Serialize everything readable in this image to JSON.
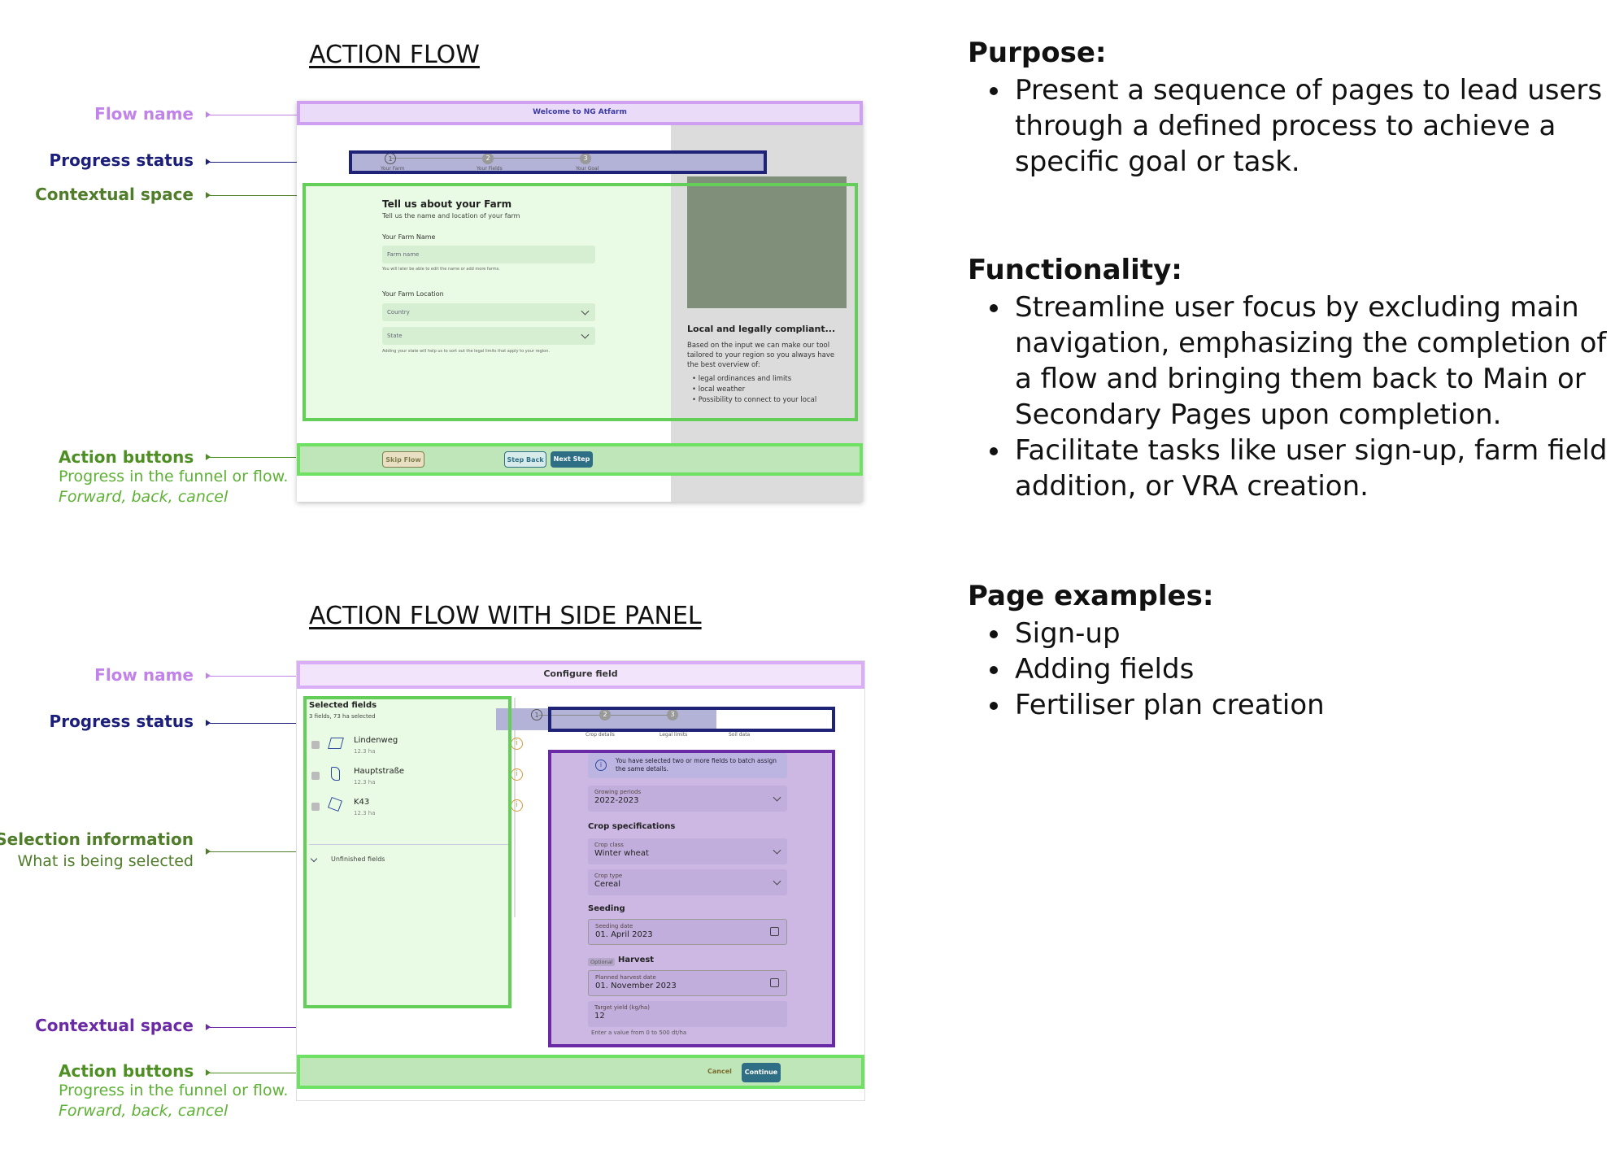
{
  "top": {
    "title": "ACTION FLOW",
    "annotations": {
      "flow_name": "Flow name",
      "progress_status": "Progress status",
      "contextual_space": "Contextual space",
      "action_buttons": "Action buttons",
      "action_sub": "Progress in the funnel or flow.",
      "action_sub2": "Forward, back, cancel"
    },
    "mock": {
      "flow_title": "Welcome to NG Atfarm",
      "steps": [
        "Your Farm",
        "Your Fields",
        "Your Goal"
      ],
      "heading": "Tell us about your Farm",
      "subheading": "Tell us the name and location of your farm",
      "farm_name_label": "Your Farm Name",
      "farm_name_placeholder": "Farm name",
      "farm_name_hint": "You will later be able to edit the name or add more farms.",
      "location_label": "Your Farm Location",
      "country_placeholder": "Country",
      "state_placeholder": "State",
      "state_hint": "Adding your state will help us to sort out the legal limits that apply to your region.",
      "side_heading": "Local and legally compliant...",
      "side_text": "Based on the input we can make our tool tailored to your region so you always have the best overview of:",
      "side_bullets": [
        "legal ordinances and limits",
        "local weather",
        "Possibility to connect to your local"
      ],
      "skip": "Skip Flow",
      "back": "Step Back",
      "next": "Next Step"
    }
  },
  "bottom": {
    "title": "ACTION FLOW WITH SIDE PANEL",
    "annotations": {
      "flow_name": "Flow name",
      "progress_status": "Progress status",
      "selection_info": "Selection information",
      "selection_sub": "What is being selected",
      "contextual_space": "Contextual space",
      "action_buttons": "Action buttons",
      "action_sub": "Progress in the funnel or flow.",
      "action_sub2": "Forward, back, cancel"
    },
    "mock": {
      "flow_title": "Configure field",
      "panel_title": "Selected fields",
      "panel_sub": "3 fields, 73 ha selected",
      "fields": [
        {
          "name": "Lindenweg",
          "area": "12.3 ha"
        },
        {
          "name": "Hauptstraße",
          "area": "12.3 ha"
        },
        {
          "name": "K43",
          "area": "12.3 ha"
        }
      ],
      "unfinished": "Unfinished fields",
      "steps": [
        "Crop details",
        "Legal limits",
        "Soil data"
      ],
      "info": "You have selected two or more fields to batch assign the same details.",
      "growing_label": "Growing periods",
      "growing_value": "2022-2023",
      "crop_spec": "Crop specifications",
      "crop_class_label": "Crop class",
      "crop_class_value": "Winter wheat",
      "crop_type_label": "Crop type",
      "crop_type_value": "Cereal",
      "seeding": "Seeding",
      "seeding_label": "Seeding date",
      "seeding_value": "01. April 2023",
      "optional": "Optional",
      "harvest": "Harvest",
      "harvest_label": "Planned harvest date",
      "harvest_value": "01. November 2023",
      "yield_label": "Target yield (kg/ha)",
      "yield_value": "12",
      "yield_hint": "Enter a value from 0 to 500 dt/ha",
      "cancel": "Cancel",
      "continue": "Continue"
    }
  },
  "right": {
    "purpose_h": "Purpose:",
    "purpose": [
      "Present a sequence of pages to lead users through a defined process to achieve a specific goal or task."
    ],
    "functionality_h": "Functionality:",
    "functionality": [
      "Streamline user focus by excluding main navigation, emphasizing the completion of a flow and bringing them back to Main or Secondary Pages upon completion.",
      "Facilitate tasks like user sign-up, farm field addition, or VRA creation."
    ],
    "examples_h": "Page examples:",
    "examples": [
      "Sign-up",
      "Adding fields",
      "Fertiliser plan creation"
    ]
  },
  "colors": {
    "flow_name": "#c183ea",
    "progress": "#1c1f7a",
    "contextual": "#4f7d2a",
    "action": "#4d8f22",
    "action_sub": "#5db134",
    "contextual_purple": "#6a2aa5",
    "accent_teal": "#2e6f85"
  }
}
